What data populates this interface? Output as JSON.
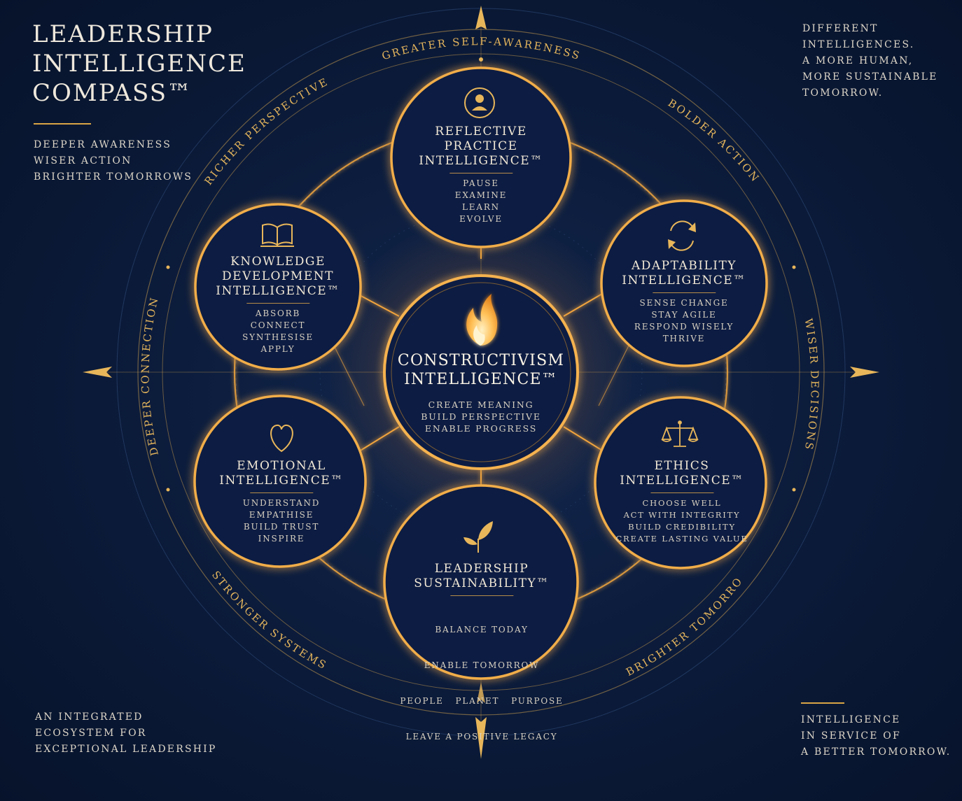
{
  "header": {
    "title_lines": [
      "LEADERSHIP",
      "INTELLIGENCE",
      "COMPASS™"
    ],
    "tagline": [
      "DEEPER AWARENESS",
      "WISER ACTION",
      "BRIGHTER TOMORROWS"
    ]
  },
  "top_right": [
    "DIFFERENT",
    "INTELLIGENCES.",
    "A MORE HUMAN,",
    "MORE SUSTAINABLE",
    "TOMORROW."
  ],
  "bottom_left": [
    "AN INTEGRATED",
    "ECOSYSTEM FOR",
    "EXCEPTIONAL LEADERSHIP"
  ],
  "bottom_right": [
    "INTELLIGENCE",
    "IN SERVICE OF",
    "A BETTER TOMORROW."
  ],
  "ring_labels": {
    "top": "GREATER SELF-AWARENESS",
    "top_right": "BOLDER ACTION",
    "right": "WISER DECISIONS",
    "bottom_right": "A BRIGHTER TOMORROW",
    "bottom_left": "STRONGER SYSTEMS",
    "left": "DEEPER CONNECTION",
    "top_left": "RICHER PERSPECTIVE"
  },
  "center": {
    "name_lines": [
      "CONSTRUCTIVISM",
      "INTELLIGENCE™"
    ],
    "items": [
      "CREATE MEANING",
      "BUILD PERSPECTIVE",
      "ENABLE PROGRESS"
    ],
    "icon": "flame-icon"
  },
  "nodes": {
    "reflective": {
      "name_lines": [
        "REFLECTIVE",
        "PRACTICE",
        "INTELLIGENCE™"
      ],
      "items": [
        "PAUSE",
        "EXAMINE",
        "LEARN",
        "EVOLVE"
      ],
      "icon": "person-icon"
    },
    "knowledge": {
      "name_lines": [
        "KNOWLEDGE",
        "DEVELOPMENT",
        "INTELLIGENCE™"
      ],
      "items": [
        "ABSORB",
        "CONNECT",
        "SYNTHESISE",
        "APPLY"
      ],
      "icon": "book-icon"
    },
    "adaptability": {
      "name_lines": [
        "ADAPTABILITY",
        "INTELLIGENCE™"
      ],
      "items": [
        "SENSE CHANGE",
        "STAY AGILE",
        "RESPOND WISELY",
        "THRIVE"
      ],
      "icon": "cycle-arrows-icon"
    },
    "emotional": {
      "name_lines": [
        "EMOTIONAL",
        "INTELLIGENCE™"
      ],
      "items": [
        "UNDERSTAND",
        "EMPATHISE",
        "BUILD TRUST",
        "INSPIRE"
      ],
      "icon": "heart-icon"
    },
    "ethics": {
      "name_lines": [
        "ETHICS",
        "INTELLIGENCE™"
      ],
      "items": [
        "CHOOSE WELL",
        "ACT WITH INTEGRITY",
        "BUILD CREDIBILITY",
        "CREATE LASTING VALUE"
      ],
      "icon": "scales-icon"
    },
    "sustainability": {
      "name_lines": [
        "LEADERSHIP",
        "SUSTAINABILITY™"
      ],
      "items": [
        "BALANCE TODAY",
        "ENABLE TOMORROW",
        "PEOPLE   PLANET   PURPOSE",
        "LEAVE A POSITIVE LEGACY"
      ],
      "icon": "sprout-icon"
    }
  },
  "colors": {
    "gold": "#e3a94a",
    "glow": "#ff9a2a",
    "navy": "#0c1c3c",
    "text": "#e9e3d6"
  }
}
